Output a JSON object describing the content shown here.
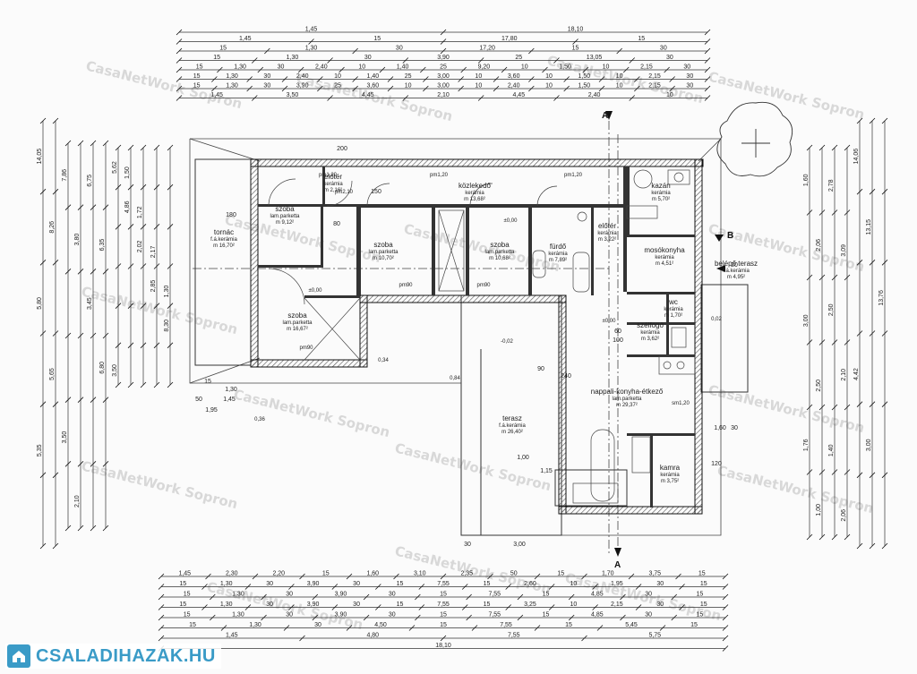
{
  "watermark": "CasaNetWork Sopron",
  "logo_text": "CSALADIHAZAK.HU",
  "section_labels": [
    "A",
    "A",
    "B"
  ],
  "rooms": [
    {
      "name": "tornác",
      "floor": "f.á.kerámia",
      "area": "m 16,70²"
    },
    {
      "name": "szoba",
      "floor": "lam.parketta",
      "area": "m 9,12²"
    },
    {
      "name": "előtér",
      "floor": "kerámia",
      "area": "m 2,16²"
    },
    {
      "name": "közlekedő",
      "floor": "kerámia",
      "area": "m 13,68²"
    },
    {
      "name": "kazán",
      "floor": "kerámia",
      "area": "m 5,70²"
    },
    {
      "name": "szoba",
      "floor": "lam.parketta",
      "area": "m 10,70²"
    },
    {
      "name": "szoba",
      "floor": "lam.parketta",
      "area": "m 10,68²"
    },
    {
      "name": "fürdő",
      "floor": "kerámia",
      "area": "m 7,89²"
    },
    {
      "name": "előtér",
      "floor": "kerámia",
      "area": "m 3,22²"
    },
    {
      "name": "mosókonyha",
      "floor": "kerámia",
      "area": "m 4,51²"
    },
    {
      "name": "belépő terasz",
      "floor": "f.á.kerámia",
      "area": "m 4,95²"
    },
    {
      "name": "szoba",
      "floor": "lam.parketta",
      "area": "m 16,67²"
    },
    {
      "name": "wc",
      "floor": "kerámia",
      "area": "m 1,70²"
    },
    {
      "name": "szélfogó",
      "floor": "kerámia",
      "area": "m 3,62²"
    },
    {
      "name": "nappali-konyha-étkező",
      "floor": "lam.parketta",
      "area": "m 29,37²"
    },
    {
      "name": "terasz",
      "floor": "f.á.kerámia",
      "area": "m 26,40²"
    },
    {
      "name": "kamra",
      "floor": "kerámia",
      "area": "m 3,75²"
    }
  ],
  "annotations": [
    "±0,00",
    "±0,00",
    "±0,00",
    "-0,02",
    "0,02",
    "0,34",
    "0,36",
    "0,84",
    "pm90",
    "pm90",
    "pm90",
    "pm1,20",
    "pm1,20",
    "pm1,20",
    "pm2,10",
    "sm1,20"
  ],
  "dims_top": [
    [
      "1,45",
      "18,10"
    ],
    [
      "1,45",
      "15",
      "17,80",
      "15"
    ],
    [
      "15",
      "1,30",
      "30",
      "17,20",
      "15",
      "30"
    ],
    [
      "15",
      "1,30",
      "30",
      "3,90",
      "25",
      "13,05",
      "30"
    ],
    [
      "15",
      "1,30",
      "30",
      "2,40",
      "10",
      "1,40",
      "25",
      "9,20",
      "10",
      "1,50",
      "10",
      "2,15",
      "30"
    ],
    [
      "15",
      "1,30",
      "30",
      "2,40",
      "10",
      "1,40",
      "25",
      "3,00",
      "10",
      "3,60",
      "10",
      "1,50",
      "10",
      "2,15",
      "30"
    ],
    [
      "15",
      "1,30",
      "30",
      "3,90",
      "25",
      "3,60",
      "10",
      "3,00",
      "10",
      "2,40",
      "10",
      "1,50",
      "10",
      "2,15",
      "30"
    ],
    [
      "1,45",
      "3,50",
      "4,45",
      "2,10",
      "4,45",
      "2,40",
      "10"
    ]
  ],
  "dims_bottom": [
    [
      "1,45",
      "2,30",
      "2,20",
      "15",
      "1,60",
      "3,10",
      "2,35",
      "50",
      "15",
      "1,70",
      "3,75",
      "15"
    ],
    [
      "15",
      "1,30",
      "30",
      "3,90",
      "30",
      "15",
      "7,55",
      "15",
      "2,60",
      "10",
      "1,95",
      "30",
      "15"
    ],
    [
      "15",
      "1,30",
      "30",
      "3,90",
      "30",
      "15",
      "7,55",
      "15",
      "4,85",
      "30",
      "15"
    ],
    [
      "15",
      "1,30",
      "30",
      "3,90",
      "30",
      "15",
      "7,55",
      "15",
      "3,25",
      "10",
      "2,15",
      "30",
      "15"
    ],
    [
      "15",
      "1,30",
      "30",
      "3,90",
      "30",
      "15",
      "7,55",
      "15",
      "4,85",
      "30",
      "15"
    ],
    [
      "15",
      "1,30",
      "30",
      "4,50",
      "15",
      "7,55",
      "15",
      "5,45",
      "15"
    ],
    [
      "1,45",
      "4,80",
      "7,55",
      "5,75"
    ],
    [
      "18,10"
    ]
  ],
  "dims_left_outer": [
    "14,05",
    "8,26",
    "5,80",
    "5,65",
    "5,35"
  ],
  "dims_left_mid": [
    "7,86",
    "3,80",
    "3,45",
    "6,80",
    "3,50",
    "2,10",
    "6,75",
    "6,35"
  ],
  "dims_left_inner": [
    "5,62",
    "4,86",
    "2,02",
    "2,85",
    "8,30",
    "3,50",
    "1,50",
    "1,72",
    "2,17",
    "1,30"
  ],
  "dims_right_outer": [
    "14,06",
    "13,15",
    "13,76",
    "4,42",
    "3,00"
  ],
  "dims_right_inner": [
    "1,60",
    "2,06",
    "2,50",
    "2,10",
    "1,76",
    "1,00",
    "2,78",
    "3,09",
    "3,00",
    "2,50",
    "1,40",
    "2,06"
  ],
  "dims_misc": [
    "1,30",
    "1,45",
    "1,95",
    "15",
    "50",
    "30",
    "3,00",
    "1,00",
    "1,15",
    "1,60",
    "30",
    "90",
    "240",
    "180",
    "150",
    "200",
    "80",
    "120",
    "60",
    "100",
    "20"
  ]
}
